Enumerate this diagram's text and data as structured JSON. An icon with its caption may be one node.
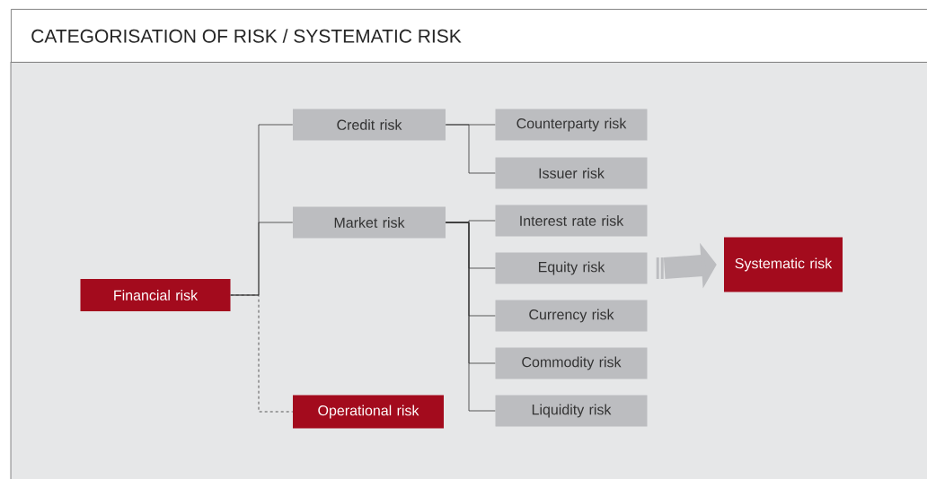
{
  "diagram": {
    "title": "CATEGORISATION OF RISK / SYSTEMATIC RISK",
    "nodes": [
      {
        "text": [
          "Financial risk"
        ]
      },
      {
        "text": [
          "Credit risk"
        ]
      },
      {
        "text": [
          "Market risk"
        ]
      },
      {
        "text": [
          "Operational risk"
        ]
      },
      {
        "text": [
          "Counterparty risk"
        ]
      },
      {
        "text": [
          "Issuer risk"
        ]
      },
      {
        "text": [
          "Interest rate risk"
        ]
      },
      {
        "text": [
          "Equity risk"
        ]
      },
      {
        "text": [
          "Currency risk"
        ]
      },
      {
        "text": [
          "Commodity risk"
        ]
      },
      {
        "text": [
          "Liquidity risk"
        ]
      },
      {
        "text": [
          "Systematic risk"
        ]
      }
    ],
    "edges": [
      {
        "from": 0,
        "to": 1,
        "arrow": "none"
      },
      {
        "from": 0,
        "to": 2,
        "arrow": "none"
      },
      {
        "from": 0,
        "to": 3,
        "arrow": "none",
        "style": "dashed"
      },
      {
        "from": 1,
        "to": 4,
        "arrow": "none"
      },
      {
        "from": 1,
        "to": 5,
        "arrow": "none"
      },
      {
        "from": 2,
        "to": 6,
        "arrow": "none"
      },
      {
        "from": 2,
        "to": 7,
        "arrow": "none"
      },
      {
        "from": 2,
        "to": 8,
        "arrow": "none"
      },
      {
        "from": 2,
        "to": 9,
        "arrow": "none"
      },
      {
        "from": 2,
        "to": 10,
        "arrow": "none"
      },
      {
        "from": 7,
        "to": 11,
        "arrow": "to",
        "style": "thick",
        "color": "#bcbdc0"
      }
    ]
  }
}
